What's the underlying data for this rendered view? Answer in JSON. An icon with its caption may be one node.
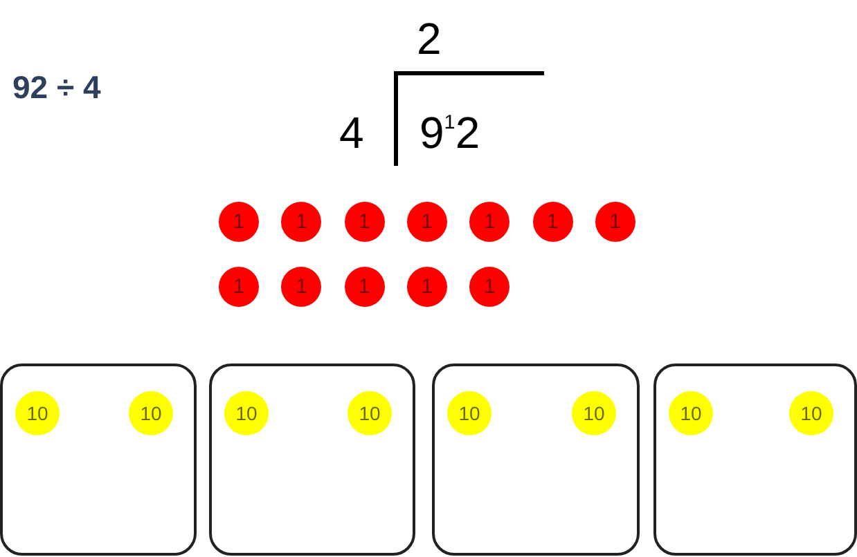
{
  "diagram": {
    "nodes": [
      {
        "text": [
          "1"
        ]
      },
      {
        "text": [
          "1"
        ]
      },
      {
        "text": [
          "1"
        ]
      },
      {
        "text": [
          "1"
        ]
      },
      {
        "text": [
          "1"
        ]
      },
      {
        "text": [
          "1"
        ]
      },
      {
        "text": [
          "1"
        ]
      },
      {
        "text": [
          "1"
        ]
      },
      {
        "text": [
          "1"
        ]
      },
      {
        "text": [
          "1"
        ]
      },
      {
        "text": [
          "1"
        ]
      },
      {
        "text": [
          "1"
        ]
      },
      {
        "text": [],
        "shape": "box"
      },
      {
        "text": [
          "10"
        ],
        "in": 12
      },
      {
        "text": [
          "10"
        ],
        "in": 12
      },
      {
        "text": [],
        "shape": "box"
      },
      {
        "text": [
          "10"
        ],
        "in": 15
      },
      {
        "text": [
          "10"
        ],
        "in": 15
      },
      {
        "text": [],
        "shape": "box"
      },
      {
        "text": [
          "10"
        ],
        "in": 18
      },
      {
        "text": [
          "10"
        ],
        "in": 18
      },
      {
        "text": [],
        "shape": "box"
      },
      {
        "text": [
          "10"
        ],
        "in": 21
      },
      {
        "text": [
          "10"
        ],
        "in": 21
      }
    ],
    "labels": [
      "92 ÷ 4",
      "2",
      "4",
      "9$^{1}$2"
    ]
  }
}
